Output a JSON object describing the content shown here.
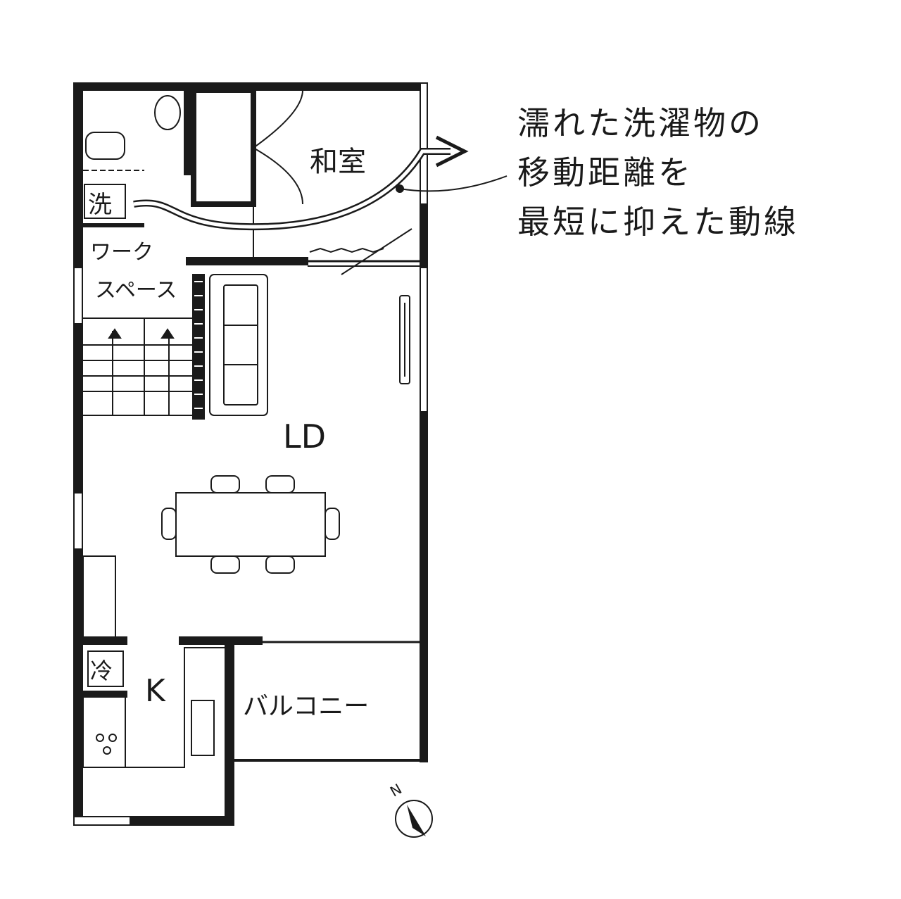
{
  "annotation": {
    "lines": [
      "濡れた洗濯物の",
      "移動距離を",
      "最短に抑えた動線"
    ]
  },
  "rooms": {
    "washitsu": "和室",
    "laundry": "洗",
    "workspace_line1": "ワーク",
    "workspace_line2": "スペース",
    "ld": "LD",
    "fridge": "冷",
    "kitchen": "K",
    "balcony": "バルコニー"
  },
  "compass": {
    "north": "N"
  },
  "colors": {
    "ink": "#1a1a1a",
    "paper": "#ffffff"
  }
}
